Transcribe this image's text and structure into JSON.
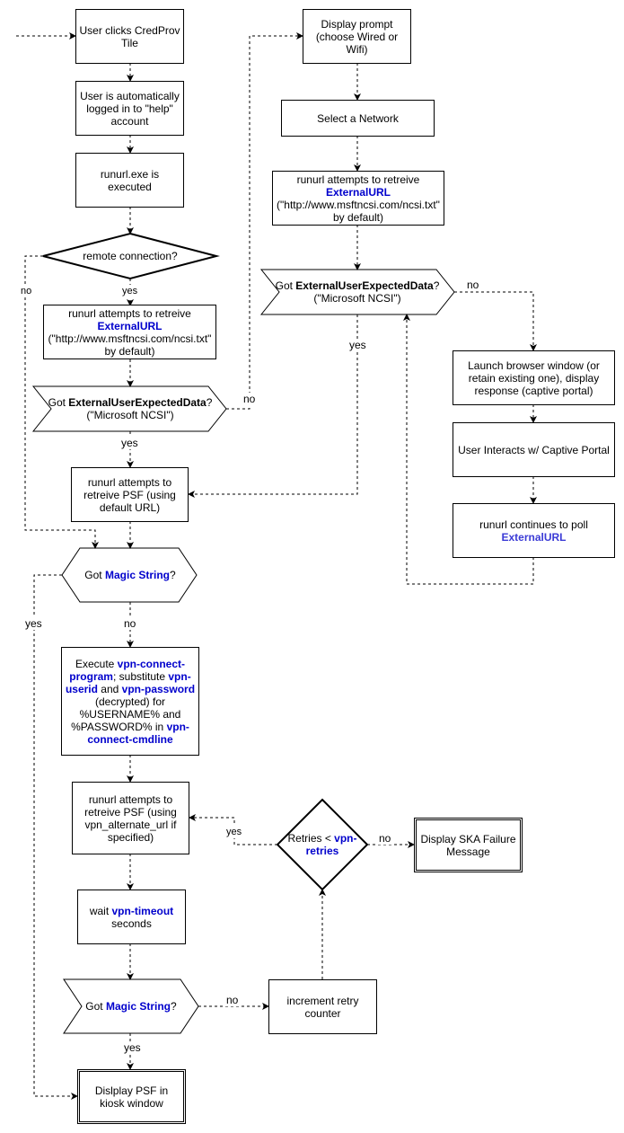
{
  "nodes": {
    "start": "User clicks CredProv Tile",
    "auto_login": "User is automatically logged in to \"help\" account",
    "runurl_exec": "runurl.exe is executed",
    "remote_q": "remote connection?",
    "retrieve_ext_1": {
      "pre": "runurl attempts to retreive ",
      "hl": "ExternalURL",
      "post": " (\"http://www.msftncsi.com/ncsi.txt\" by default)"
    },
    "got_ext_1": {
      "pre": "Got ",
      "b": "ExternalUserExpectedData",
      "post": "? (\"Microsoft NCSI\")"
    },
    "retrieve_psf_1": "runurl attempts to retreive PSF (using default URL)",
    "got_magic_1": {
      "pre": "Got ",
      "hl": "Magic String",
      "post": "?"
    },
    "execute_vpn": {
      "t1": "Execute ",
      "h1": "vpn-connect-program",
      "t2": "; substitute ",
      "h2": "vpn-userid",
      "t3": " and ",
      "h3": "vpn-password",
      "t4": " (decrypted) for %USERNAME% and %PASSWORD% in ",
      "h4": "vpn-connect-cmdline"
    },
    "retrieve_psf_2": "runurl attempts to retreive PSF (using vpn_alternate_url if specified)",
    "wait_timeout": {
      "pre": "wait ",
      "hl": "vpn-timeout",
      "post": " seconds"
    },
    "got_magic_2": {
      "pre": "Got ",
      "hl": "Magic String",
      "post": "?"
    },
    "display_psf": "Dislplay PSF in kiosk window",
    "display_prompt": "Display prompt (choose Wired or Wifi)",
    "select_network": "Select a Network",
    "retrieve_ext_2": {
      "pre": "runurl attempts to retreive ",
      "hl": "ExternalURL",
      "post": " (\"http://www.msftncsi.com/ncsi.txt\" by default)"
    },
    "got_ext_2": {
      "pre": "Got ",
      "b": "ExternalUserExpectedData",
      "post": "? (\"Microsoft NCSI\")"
    },
    "launch_browser": "Launch browser window (or retain existing one), display response (captive portal)",
    "user_interacts": "User Interacts w/ Captive Portal",
    "continue_poll": {
      "pre": "runurl continues to poll ",
      "hl": "ExternalURL",
      "post": ""
    },
    "retries_q": {
      "pre": "Retries < ",
      "hl": "vpn-retries",
      "post": ""
    },
    "ska_failure": "Display SKA Failure Message",
    "increment_retry": "increment retry counter"
  },
  "edge_labels": {
    "remote_no": "no",
    "remote_yes": "yes",
    "ext1_no": "no",
    "ext1_yes": "yes",
    "magic1_yes": "yes",
    "magic1_no": "no",
    "ext2_no": "no",
    "ext2_yes": "yes",
    "retries_yes": "yes",
    "retries_no": "no",
    "magic2_no": "no",
    "magic2_yes": "yes"
  },
  "colors": {
    "stroke": "#000000",
    "highlight": "#0000cc",
    "highlight_alt": "#3b3bd6",
    "background": "#ffffff"
  }
}
